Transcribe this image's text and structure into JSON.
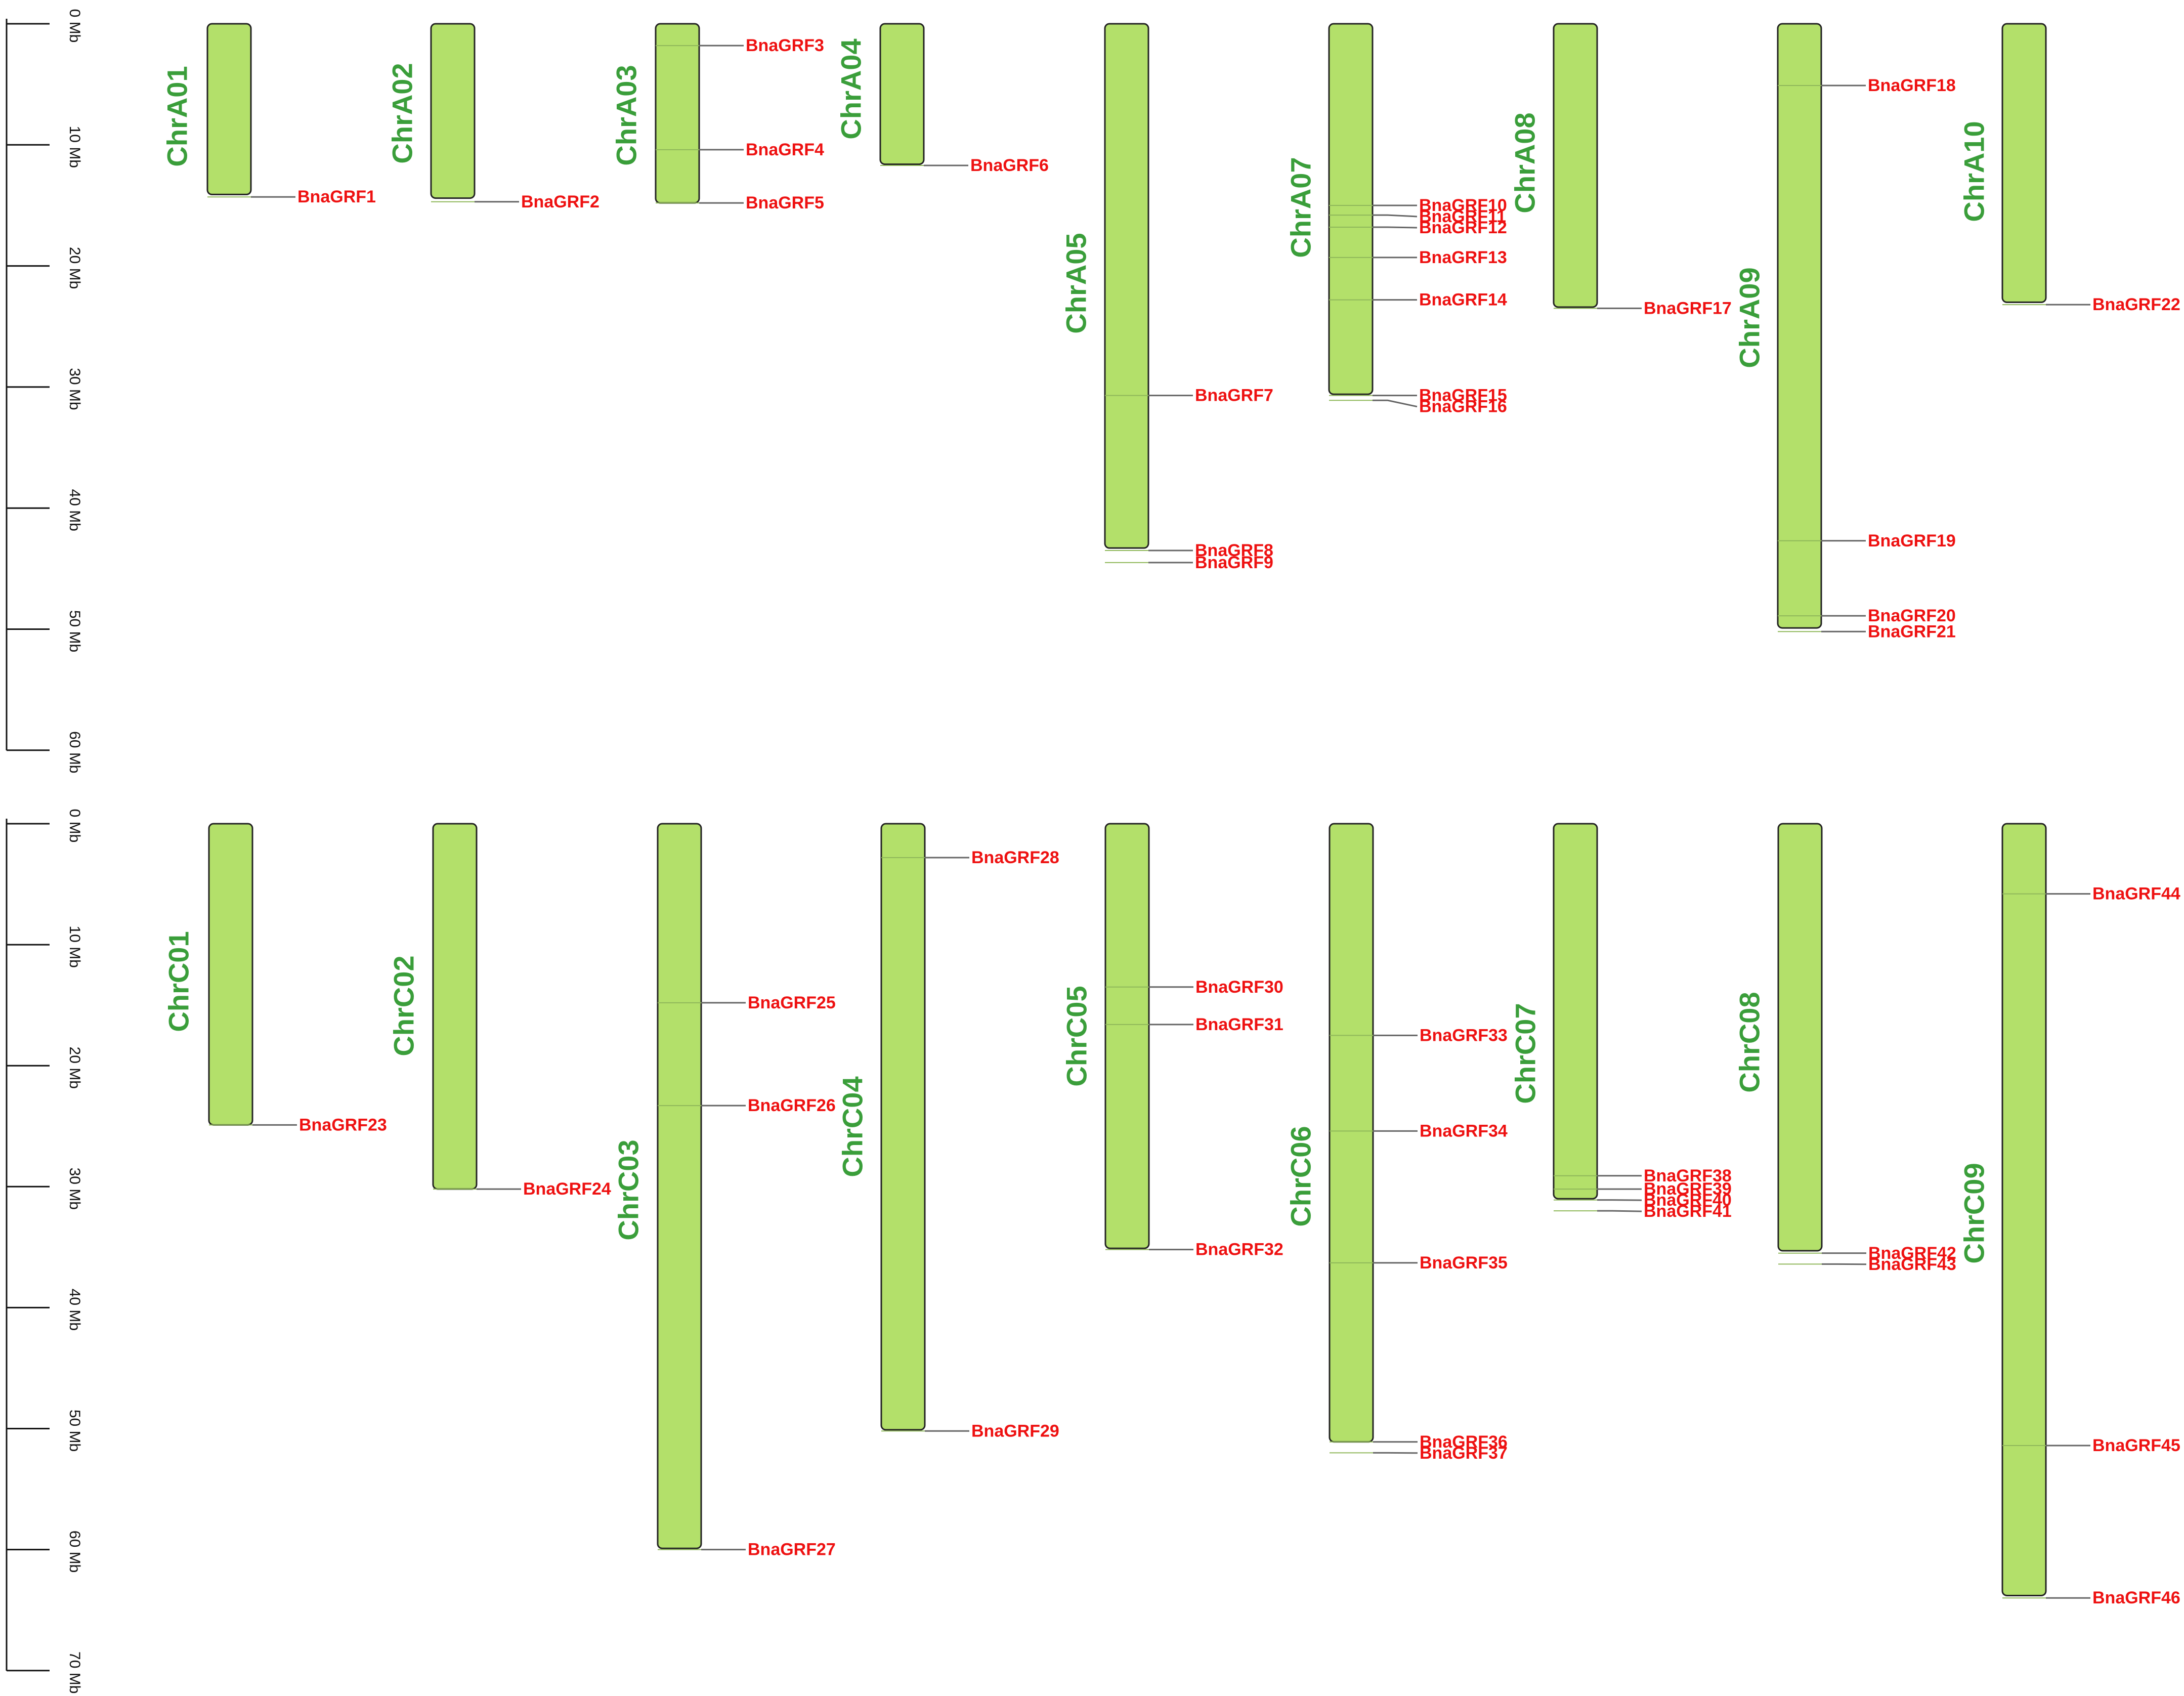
{
  "chart_data": {
    "type": "chromosome_map",
    "panels": [
      {
        "name": "A",
        "axis": {
          "ticks": [
            "0 Mb",
            "10 Mb",
            "20 Mb",
            "30 Mb",
            "40 Mb",
            "50 Mb",
            "60 Mb"
          ],
          "max": 60
        },
        "chromosomes": [
          {
            "name": "ChrA01",
            "length": 14.1,
            "genes": [
              {
                "name": "BnaGRF1",
                "pos": 14.3
              }
            ]
          },
          {
            "name": "ChrA02",
            "length": 14.4,
            "genes": [
              {
                "name": "BnaGRF2",
                "pos": 14.7
              }
            ]
          },
          {
            "name": "ChrA03",
            "length": 14.8,
            "genes": [
              {
                "name": "BnaGRF3",
                "pos": 1.8
              },
              {
                "name": "BnaGRF4",
                "pos": 10.4
              },
              {
                "name": "BnaGRF5",
                "pos": 14.8
              }
            ]
          },
          {
            "name": "ChrA04",
            "length": 11.6,
            "genes": [
              {
                "name": "BnaGRF6",
                "pos": 11.7
              }
            ]
          },
          {
            "name": "ChrA05",
            "length": 43.3,
            "genes": [
              {
                "name": "BnaGRF7",
                "pos": 30.7
              },
              {
                "name": "BnaGRF8",
                "pos": 43.5
              },
              {
                "name": "BnaGRF9",
                "pos": 44.5
              }
            ]
          },
          {
            "name": "ChrA07",
            "length": 30.6,
            "genes": [
              {
                "name": "BnaGRF10",
                "pos": 15.0
              },
              {
                "name": "BnaGRF11",
                "pos": 15.8
              },
              {
                "name": "BnaGRF12",
                "pos": 16.8
              },
              {
                "name": "BnaGRF13",
                "pos": 19.3
              },
              {
                "name": "BnaGRF14",
                "pos": 22.8
              },
              {
                "name": "BnaGRF15",
                "pos": 30.7
              },
              {
                "name": "BnaGRF16",
                "pos": 31.1
              }
            ]
          },
          {
            "name": "ChrA08",
            "length": 23.4,
            "genes": [
              {
                "name": "BnaGRF17",
                "pos": 23.5
              }
            ]
          },
          {
            "name": "ChrA09",
            "length": 49.9,
            "genes": [
              {
                "name": "BnaGRF18",
                "pos": 5.1
              },
              {
                "name": "BnaGRF19",
                "pos": 42.7
              },
              {
                "name": "BnaGRF20",
                "pos": 48.9
              },
              {
                "name": "BnaGRF21",
                "pos": 50.2
              }
            ]
          },
          {
            "name": "ChrA10",
            "length": 23.0,
            "genes": [
              {
                "name": "BnaGRF22",
                "pos": 23.2
              }
            ]
          }
        ]
      },
      {
        "name": "C",
        "axis": {
          "ticks": [
            "0 Mb",
            "10 Mb",
            "20 Mb",
            "30 Mb",
            "40 Mb",
            "50 Mb",
            "60 Mb",
            "70 Mb"
          ],
          "max": 70
        },
        "chromosomes": [
          {
            "name": "ChrC01",
            "length": 24.9,
            "genes": [
              {
                "name": "BnaGRF23",
                "pos": 24.9
              }
            ]
          },
          {
            "name": "ChrC02",
            "length": 30.2,
            "genes": [
              {
                "name": "BnaGRF24",
                "pos": 30.2
              }
            ]
          },
          {
            "name": "ChrC03",
            "length": 59.9,
            "genes": [
              {
                "name": "BnaGRF25",
                "pos": 14.8
              },
              {
                "name": "BnaGRF26",
                "pos": 23.3
              },
              {
                "name": "BnaGRF27",
                "pos": 60.0
              }
            ]
          },
          {
            "name": "ChrC04",
            "length": 50.1,
            "genes": [
              {
                "name": "BnaGRF28",
                "pos": 2.8
              },
              {
                "name": "BnaGRF29",
                "pos": 50.2
              }
            ]
          },
          {
            "name": "ChrC05",
            "length": 35.1,
            "genes": [
              {
                "name": "BnaGRF30",
                "pos": 13.5
              },
              {
                "name": "BnaGRF31",
                "pos": 16.6
              },
              {
                "name": "BnaGRF32",
                "pos": 35.2
              }
            ]
          },
          {
            "name": "ChrC06",
            "length": 51.1,
            "genes": [
              {
                "name": "BnaGRF33",
                "pos": 17.5
              },
              {
                "name": "BnaGRF34",
                "pos": 25.4
              },
              {
                "name": "BnaGRF35",
                "pos": 36.3
              },
              {
                "name": "BnaGRF36",
                "pos": 51.1
              },
              {
                "name": "BnaGRF37",
                "pos": 52.0
              }
            ]
          },
          {
            "name": "ChrC07",
            "length": 31.0,
            "genes": [
              {
                "name": "BnaGRF38",
                "pos": 29.1
              },
              {
                "name": "BnaGRF39",
                "pos": 30.2
              },
              {
                "name": "BnaGRF40",
                "pos": 31.1
              },
              {
                "name": "BnaGRF41",
                "pos": 32.0
              }
            ]
          },
          {
            "name": "ChrC08",
            "length": 35.3,
            "genes": [
              {
                "name": "BnaGRF42",
                "pos": 35.5
              },
              {
                "name": "BnaGRF43",
                "pos": 36.4
              }
            ]
          },
          {
            "name": "ChrC09",
            "length": 63.8,
            "genes": [
              {
                "name": "BnaGRF44",
                "pos": 5.8
              },
              {
                "name": "BnaGRF45",
                "pos": 51.4
              },
              {
                "name": "BnaGRF46",
                "pos": 64.0
              }
            ]
          }
        ]
      }
    ],
    "colors": {
      "chromosome": "#b3e06a",
      "chromosome_label": "#3a9e3a",
      "gene_label": "#ee1111",
      "connector": "#666666"
    }
  }
}
